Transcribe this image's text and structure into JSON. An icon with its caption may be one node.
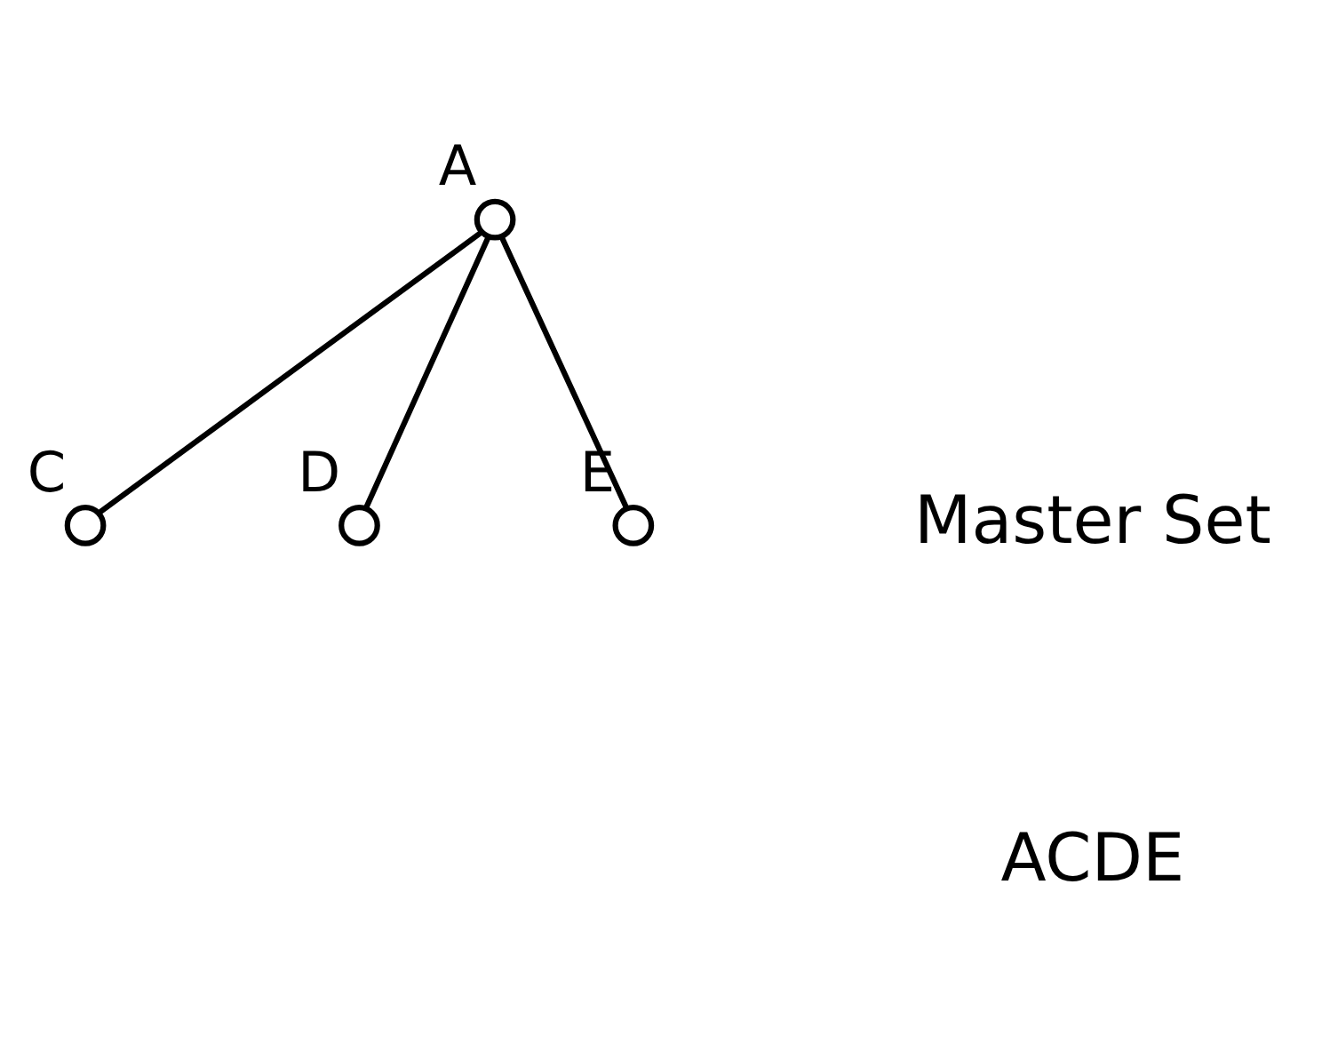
{
  "diagram": {
    "nodes": [
      {
        "text": [],
        "shape": "circle",
        "beside": [
          "A"
        ]
      },
      {
        "text": [],
        "shape": "circle",
        "beside": [
          "C"
        ]
      },
      {
        "text": [],
        "shape": "circle",
        "beside": [
          "D"
        ]
      },
      {
        "text": [],
        "shape": "circle",
        "beside": [
          "E"
        ]
      }
    ],
    "edges": [
      {
        "from": 0,
        "to": 1,
        "arrow": "none"
      },
      {
        "from": 0,
        "to": 2,
        "arrow": "none"
      },
      {
        "from": 0,
        "to": 3,
        "arrow": "none"
      }
    ],
    "labels": [
      "Master Set",
      "ACDE"
    ]
  }
}
